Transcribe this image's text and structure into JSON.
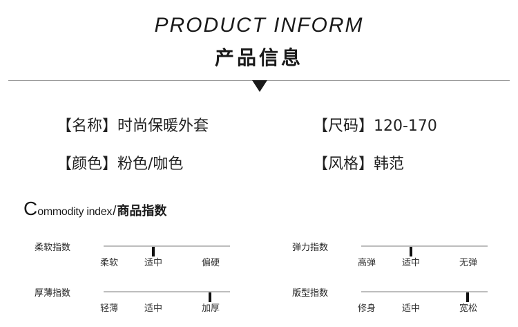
{
  "header": {
    "title_en": "PRODUCT INFORM",
    "title_cn": "产品信息"
  },
  "info": {
    "name": "【名称】时尚保暖外套",
    "size": "【尺码】120-170",
    "color": "【颜色】粉色/咖色",
    "style": "【风格】韩范"
  },
  "section": {
    "cap": "C",
    "rest": "ommodity index",
    "sep": "/",
    "cn": "商品指数"
  },
  "gauges": [
    {
      "label": "柔软指数",
      "options": [
        "柔软",
        "适中",
        "偏硬"
      ],
      "level": 0.5
    },
    {
      "label": "弹力指数",
      "options": [
        "高弹",
        "适中",
        "无弹"
      ],
      "level": 0.5
    },
    {
      "label": "厚薄指数",
      "options": [
        "轻薄",
        "适中",
        "加厚"
      ],
      "level": 1.0
    },
    {
      "label": "版型指数",
      "options": [
        "修身",
        "适中",
        "宽松"
      ],
      "level": 1.0
    }
  ],
  "colors": {
    "marker": "#111111",
    "track": "#bdbdbd",
    "divider": "#9a9a9a"
  }
}
